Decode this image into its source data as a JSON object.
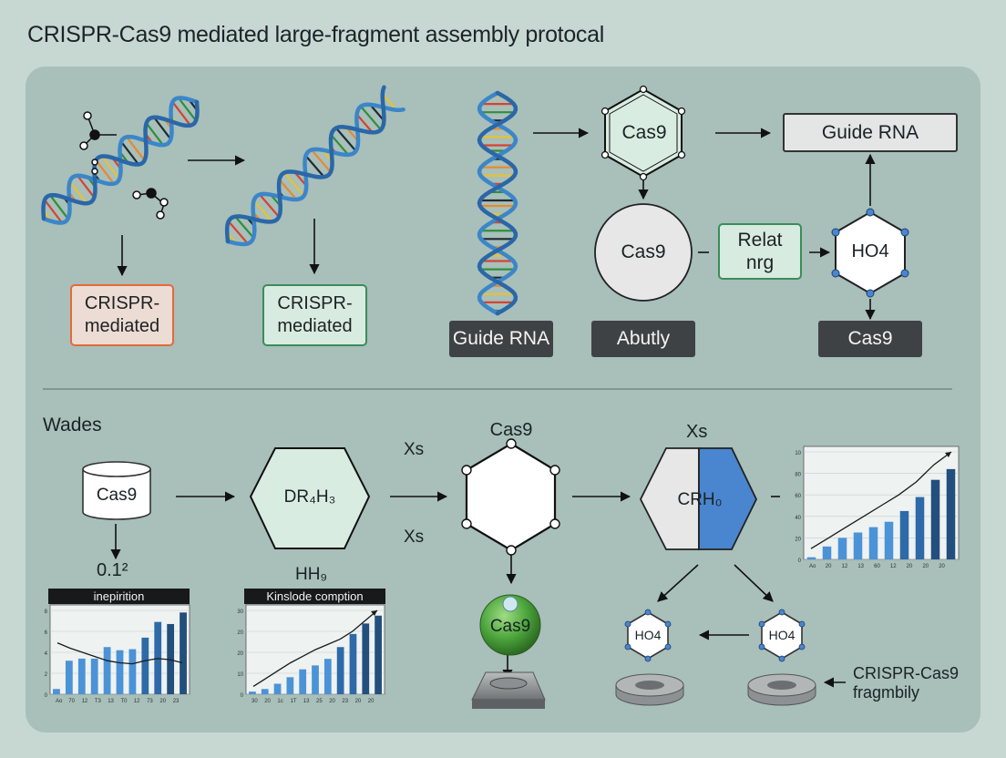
{
  "title": "CRISPR-Cas9 mediated large-fragment assembly protocal",
  "colors": {
    "page": "#c7d8d3",
    "panel": "#a8bfba",
    "dna_blue": "#3b86c8",
    "light_green": "#d8ebe0",
    "blue_accent": "#4a86cf"
  },
  "top": {
    "box1": "CRISPR-\nmediated",
    "box2": "CRISPR-\nmediated",
    "dark_labels": [
      "Guide RNA",
      "Abutly",
      "Cas9"
    ],
    "hex_cas9": "Cas9",
    "circle": "Cas9",
    "guide_box": "Guide RNA",
    "relat_box": "Relat\nnrg",
    "hex_ho4": "HO4"
  },
  "bottom": {
    "section_label": "Wades",
    "cylinder": "Cas9",
    "value_label": "0.1²",
    "hex_green": "DR₄H₃",
    "hh_label": "HH₉",
    "xs_labels": [
      "Xs",
      "Xs",
      "Xs"
    ],
    "cas9_top": "Cas9",
    "green_sphere": "Cas9",
    "half_hex": "CRH₀",
    "small_hex": [
      "HO4",
      "HO4"
    ],
    "crispr_label": "CRISPR-Cas9\nfragmbily"
  },
  "chart_data": [
    {
      "type": "bar",
      "title": "inepirition",
      "categories": [
        "Ao",
        "70",
        "12",
        "T3",
        "13",
        "T0",
        "12",
        "73",
        "20",
        "23"
      ],
      "yticks": [
        "8",
        "6",
        "4",
        "2",
        "0"
      ],
      "values": [
        0.5,
        3.2,
        3.4,
        3.4,
        4.5,
        4.2,
        4.3,
        5.4,
        6.9,
        6.7,
        7.8
      ],
      "line": [
        4.9,
        4.4,
        4.0,
        3.6,
        3.2,
        3.0,
        2.9,
        3.2,
        3.4,
        3.3,
        3.0
      ],
      "ylim": [
        0,
        8
      ]
    },
    {
      "type": "bar",
      "title": "Kinslode comption",
      "categories": [
        "30",
        "20",
        "1c",
        "1T",
        "13",
        "25",
        "20",
        "23",
        "20",
        "20"
      ],
      "yticks": [
        "30",
        "20",
        "20",
        "10",
        "0"
      ],
      "values": [
        1,
        2,
        4,
        6.5,
        9.5,
        11,
        13.5,
        18,
        23,
        27,
        30
      ],
      "line": [
        3,
        6,
        9,
        12,
        14.5,
        17,
        19,
        21,
        24,
        28,
        32
      ],
      "ylim": [
        0,
        32
      ]
    },
    {
      "type": "bar",
      "title": "",
      "categories": [
        "Ao",
        "20",
        "12",
        "13",
        "60",
        "12",
        "20",
        "20",
        "20"
      ],
      "yticks": [
        "10",
        "80",
        "60",
        "40",
        "20",
        "0"
      ],
      "values": [
        2,
        12,
        20,
        25,
        30,
        35,
        45,
        58,
        74,
        84
      ],
      "line": [
        10,
        20,
        30,
        40,
        50,
        60,
        72,
        88,
        100
      ],
      "ylim": [
        0,
        100
      ]
    }
  ]
}
